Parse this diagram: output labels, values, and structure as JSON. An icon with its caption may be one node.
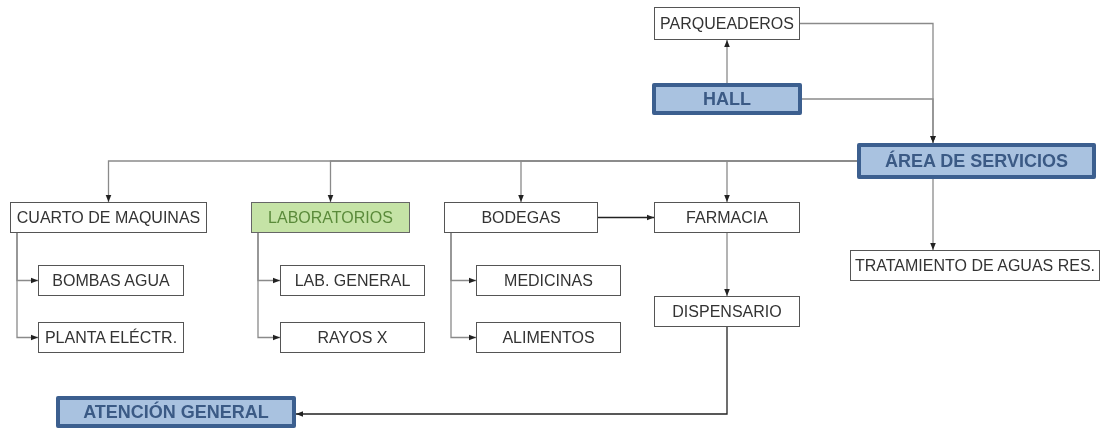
{
  "diagram": {
    "nodes": [
      {
        "text": [
          "PARQUEADEROS"
        ]
      },
      {
        "text": [
          "HALL"
        ]
      },
      {
        "text": [
          "ÁREA DE SERVICIOS"
        ]
      },
      {
        "text": [
          "CUARTO DE MAQUINAS"
        ]
      },
      {
        "text": [
          "LABORATORIOS"
        ]
      },
      {
        "text": [
          "BODEGAS"
        ]
      },
      {
        "text": [
          "FARMACIA"
        ]
      },
      {
        "text": [
          "BOMBAS AGUA"
        ]
      },
      {
        "text": [
          "PLANTA ELÉCTR."
        ]
      },
      {
        "text": [
          "LAB. GENERAL"
        ]
      },
      {
        "text": [
          "RAYOS X"
        ]
      },
      {
        "text": [
          "MEDICINAS"
        ]
      },
      {
        "text": [
          "ALIMENTOS"
        ]
      },
      {
        "text": [
          "DISPENSARIO"
        ]
      },
      {
        "text": [
          "TRATAMIENTO DE AGUAS RES."
        ]
      },
      {
        "text": [
          "ATENCIÓN GENERAL"
        ]
      }
    ],
    "edges": [
      {
        "from": 1,
        "to": 0,
        "arrow": "to"
      },
      {
        "from": 0,
        "to": 2,
        "arrow": "to"
      },
      {
        "from": 1,
        "to": 2,
        "arrow": "to"
      },
      {
        "from": 2,
        "to": 3,
        "arrow": "to"
      },
      {
        "from": 2,
        "to": 4,
        "arrow": "to"
      },
      {
        "from": 2,
        "to": 5,
        "arrow": "to"
      },
      {
        "from": 2,
        "to": 6,
        "arrow": "to"
      },
      {
        "from": 2,
        "to": 14,
        "arrow": "to"
      },
      {
        "from": 3,
        "to": 7,
        "arrow": "to"
      },
      {
        "from": 3,
        "to": 8,
        "arrow": "to"
      },
      {
        "from": 4,
        "to": 9,
        "arrow": "to"
      },
      {
        "from": 4,
        "to": 10,
        "arrow": "to"
      },
      {
        "from": 5,
        "to": 11,
        "arrow": "to"
      },
      {
        "from": 5,
        "to": 12,
        "arrow": "to"
      },
      {
        "from": 5,
        "to": 6,
        "arrow": "to",
        "color": "#222222"
      },
      {
        "from": 6,
        "to": 13,
        "arrow": "to"
      },
      {
        "from": 13,
        "to": 15,
        "arrow": "to",
        "color": "#222222"
      }
    ]
  }
}
